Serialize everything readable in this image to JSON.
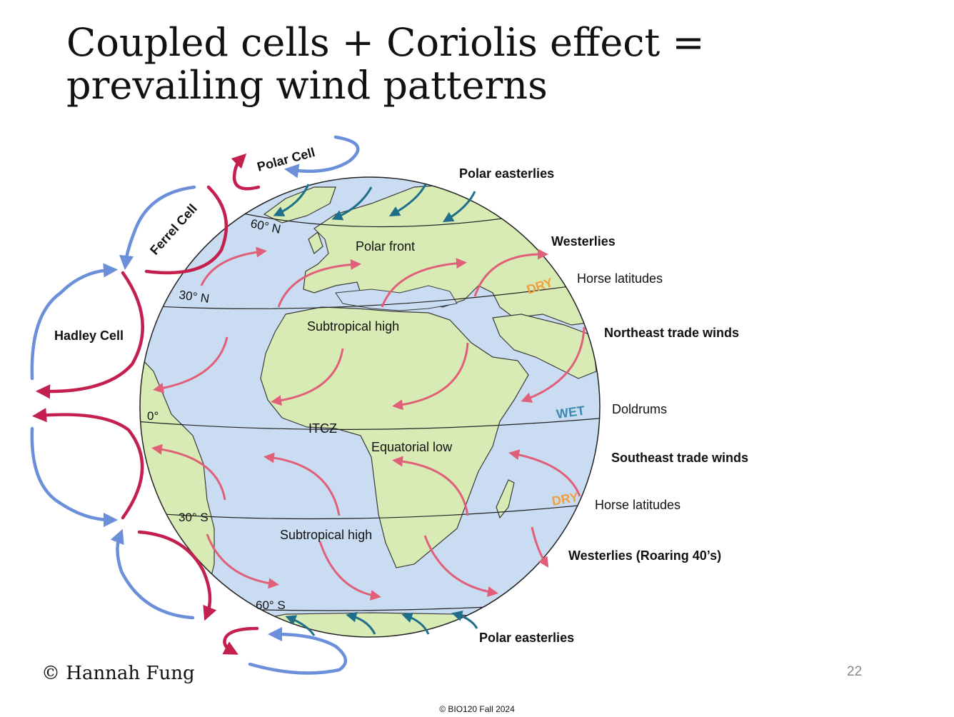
{
  "slide": {
    "title_line1": "Coupled cells + Coriolis effect =",
    "title_line2": "prevailing wind patterns",
    "copyright": "© Hannah Fung",
    "page_number": "22",
    "footer": "© BIO120 Fall 2024"
  },
  "cells": {
    "polar": "Polar Cell",
    "ferrel": "Ferrel Cell",
    "hadley": "Hadley Cell"
  },
  "latitudes": {
    "n60": "60° N",
    "n30": "30° N",
    "eq": "0°",
    "s30": "30° S",
    "s60": "60° S"
  },
  "globe_labels": {
    "polar_front": "Polar front",
    "subtropical_high_n": "Subtropical high",
    "itcz": "ITCZ",
    "equatorial_low": "Equatorial low",
    "subtropical_high_s": "Subtropical high",
    "dry_n": "DRY",
    "wet": "WET",
    "dry_s": "DRY"
  },
  "winds": {
    "polar_easterlies_n": "Polar easterlies",
    "westerlies_n": "Westerlies",
    "horse_latitudes_n": "Horse latitudes",
    "ne_trade": "Northeast trade winds",
    "doldrums": "Doldrums",
    "se_trade": "Southeast trade winds",
    "horse_latitudes_s": "Horse latitudes",
    "westerlies_s": "Westerlies (Roaring 40’s)",
    "polar_easterlies_s": "Polar easterlies"
  },
  "colors": {
    "ocean": "#c9dcf2",
    "land": "#d8ebb4",
    "land_outline": "#3a3a3a",
    "wind_arrow": "#e0607a",
    "polar_arrow": "#1f6f8b",
    "cell_red": "#c4204f",
    "cell_blue": "#6b8fd8",
    "dry": "#f0a040",
    "wet": "#3a8ab0"
  }
}
